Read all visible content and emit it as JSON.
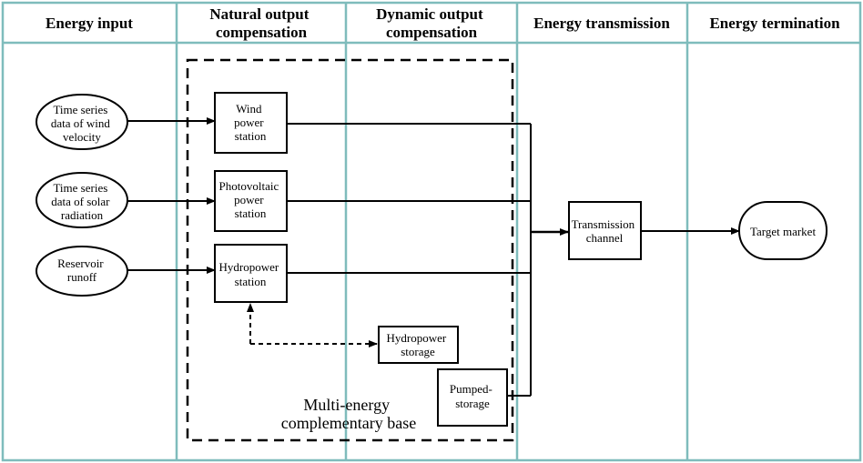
{
  "columns": {
    "energy_input": [
      "Energy input"
    ],
    "natural_output": [
      "Natural output",
      "compensation"
    ],
    "dynamic_output": [
      "Dynamic output",
      "compensation"
    ],
    "transmission": [
      "Energy transmission"
    ],
    "termination": [
      "Energy termination"
    ]
  },
  "inputs": {
    "wind_data": [
      "Time series",
      "data of wind",
      "velocity"
    ],
    "solar_data": [
      "Time series",
      "data of solar",
      "radiation"
    ],
    "runoff": [
      "Reservoir",
      "runoff"
    ]
  },
  "stations": {
    "wind": [
      "Wind",
      "power",
      "station"
    ],
    "pv": [
      "Photovoltaic",
      "power",
      "station"
    ],
    "hydro": [
      "Hydropower",
      "station"
    ]
  },
  "storage": {
    "hydro_storage": [
      "Hydropower",
      "storage"
    ],
    "pumped": [
      "Pumped-",
      "storage"
    ]
  },
  "transmission": [
    "Transmission",
    "channel"
  ],
  "market": "Target market",
  "base_label": [
    "Multi-energy",
    "complementary base"
  ],
  "colors": {
    "grid": "#7fbcbc",
    "line": "#000000"
  }
}
